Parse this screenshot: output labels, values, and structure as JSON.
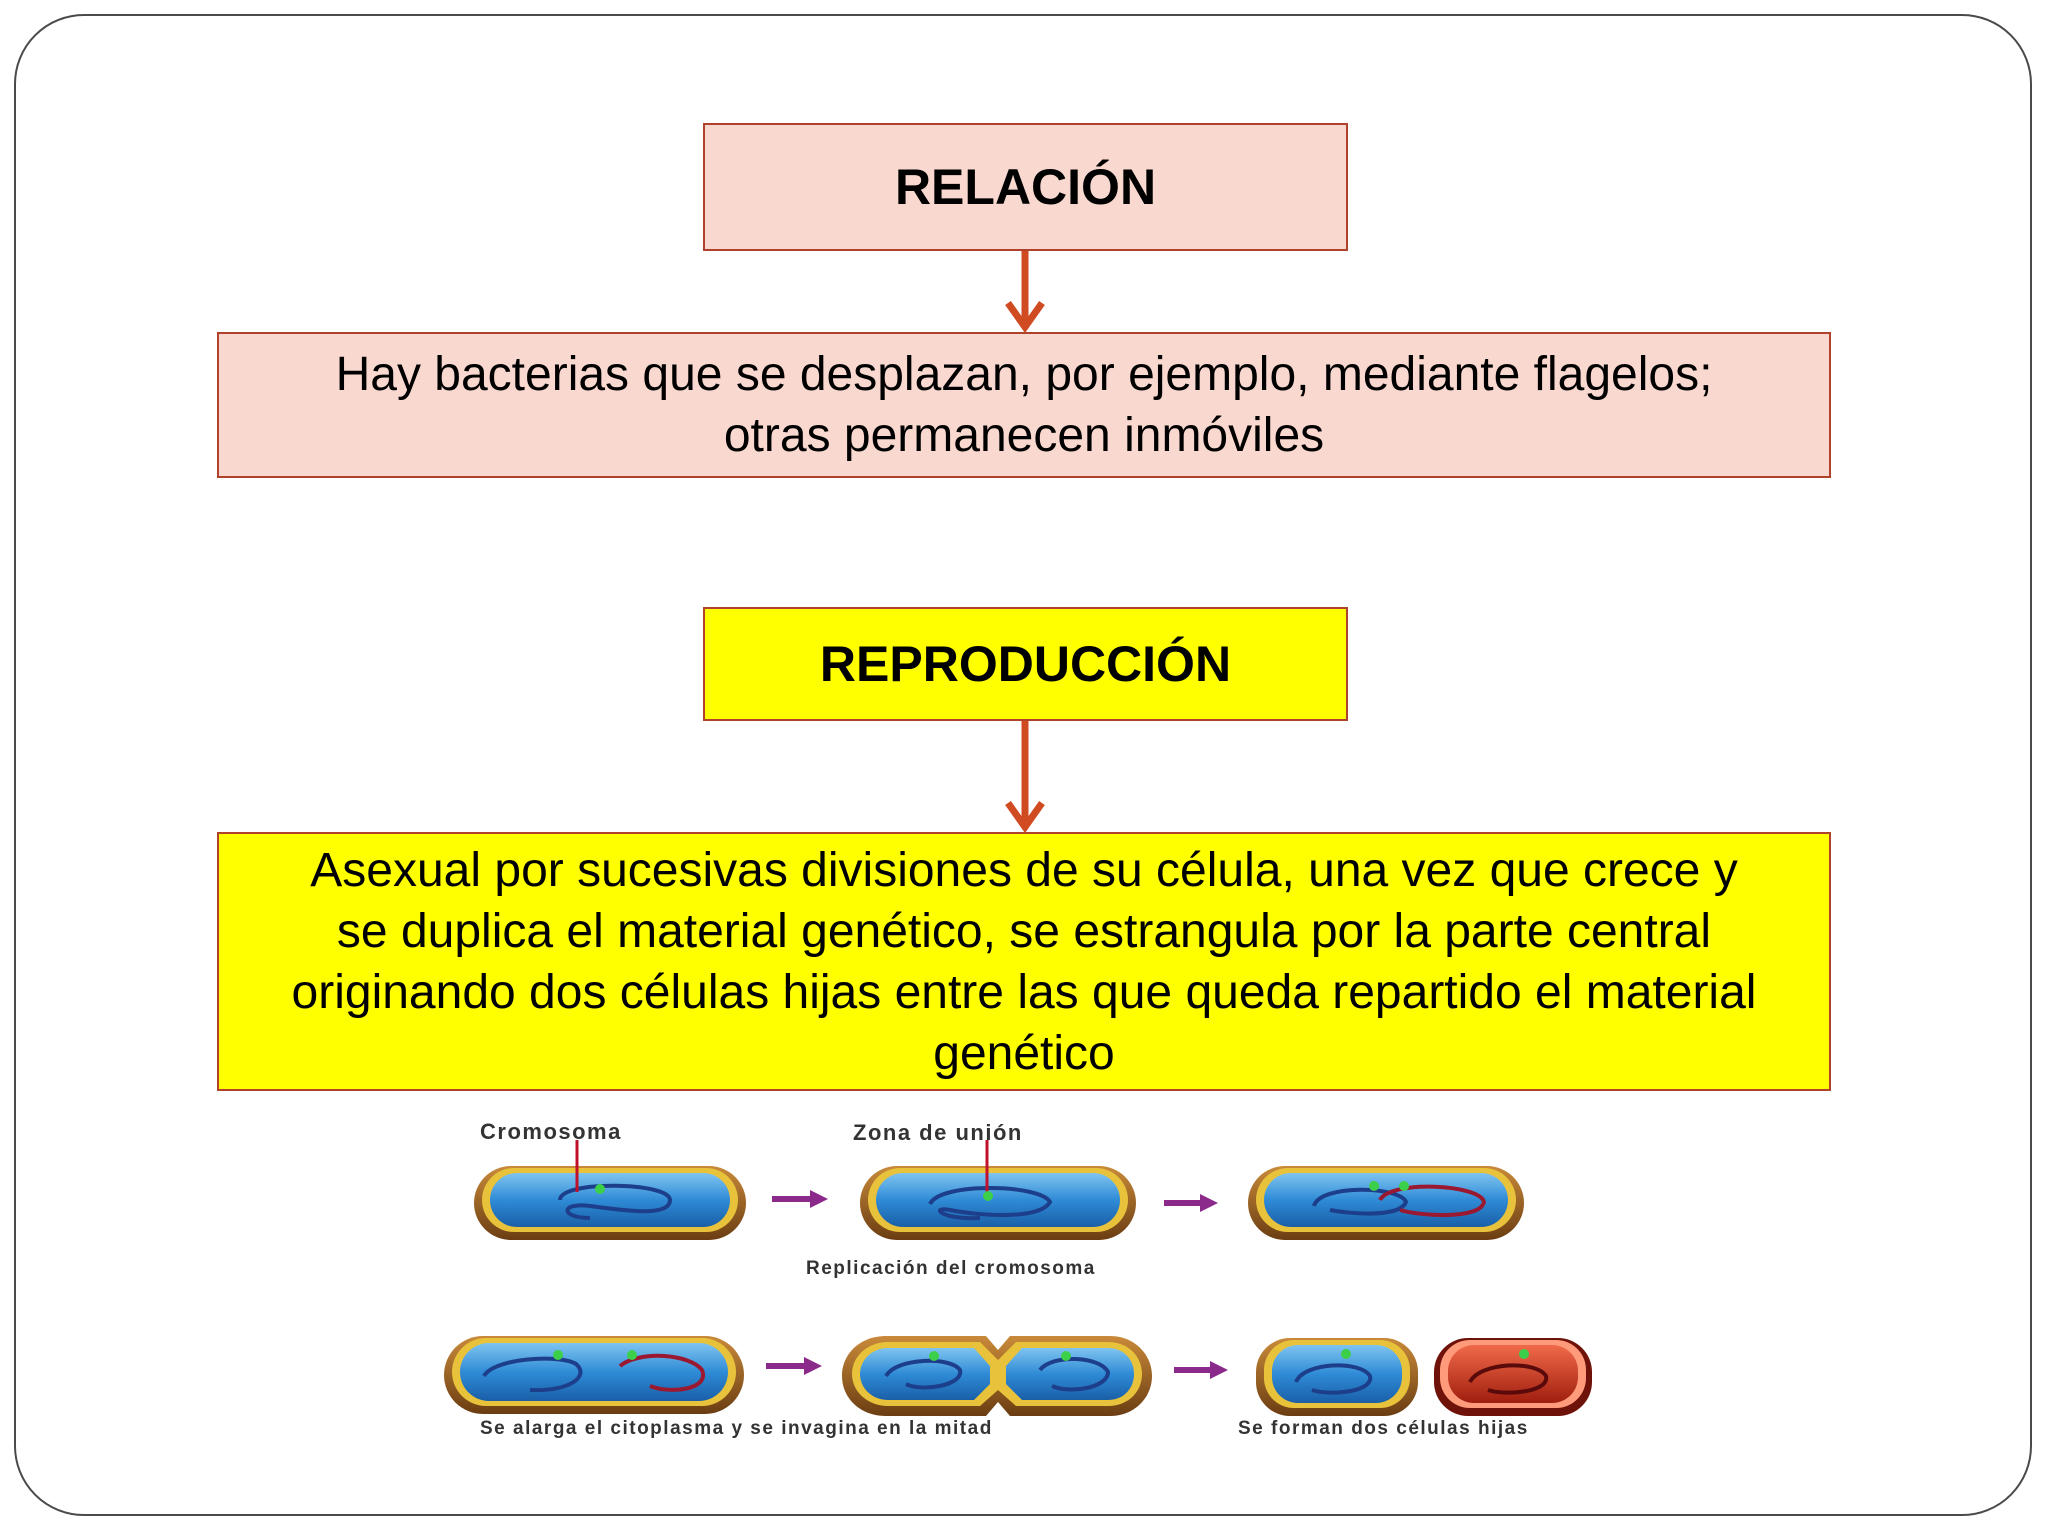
{
  "relacion": {
    "title": "RELACIÓN",
    "description_line1": "Hay bacterias que se desplazan, por ejemplo, mediante flagelos;",
    "description_line2": "otras permanecen inmóviles"
  },
  "reproduccion": {
    "title": "REPRODUCCIÓN",
    "description_line1": "Asexual por sucesivas divisiones de su célula, una vez que crece y",
    "description_line2": "se duplica el material genético, se estrangula por la parte central",
    "description_line3": "originando dos células hijas entre las que queda repartido el material",
    "description_line4": "genético"
  },
  "diagram": {
    "label_cromosoma": "Cromosoma",
    "label_zona_union": "Zona de unión",
    "label_replicacion": "Replicación del cromosoma",
    "label_alarga": "Se alarga el citoplasma y se invagina en la mitad",
    "label_forman": "Se forman dos células hijas"
  },
  "colors": {
    "box_border": "#b0412a",
    "pink_fill": "#f9d8cf",
    "yellow_fill": "#ffff00",
    "arrow": "#d04a22",
    "diagram_arrow": "#8b2a8b"
  }
}
